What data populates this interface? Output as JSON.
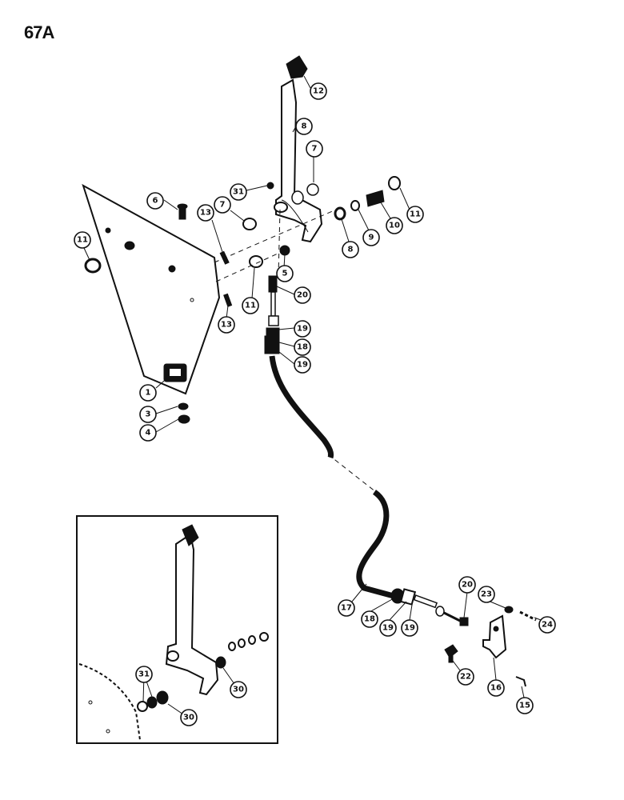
{
  "page_label": "67A",
  "callouts": {
    "c12": "12",
    "c8": "8",
    "c7a": "7",
    "c31": "31",
    "c6": "6",
    "c13a": "13",
    "c7b": "7",
    "c11a": "11",
    "c11b": "11",
    "c11c": "11",
    "c5": "5",
    "c8b": "8",
    "c9": "9",
    "c10": "10",
    "c20a": "20",
    "c13b": "13",
    "c19a": "19",
    "c18a": "18",
    "c19b": "19",
    "c1": "1",
    "c3": "3",
    "c4": "4",
    "c17": "17",
    "c18b": "18",
    "c19c": "19",
    "c19d": "19",
    "c20b": "20",
    "c23": "23",
    "c24": "24",
    "c22": "22",
    "c16": "16",
    "c15": "15",
    "c31b": "31",
    "c30a": "30",
    "c30b": "30"
  },
  "colors": {
    "ink": "#111111",
    "paper": "#ffffff"
  }
}
